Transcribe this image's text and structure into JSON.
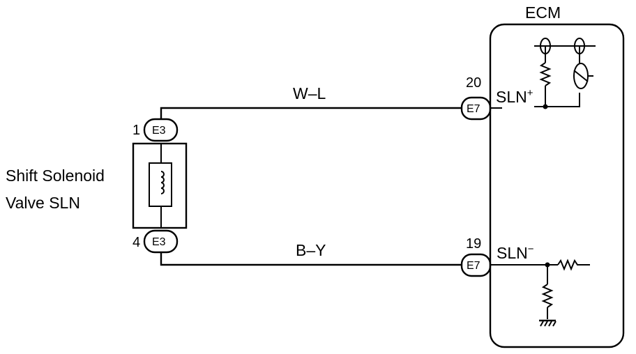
{
  "ecm": {
    "title": "ECM"
  },
  "component": {
    "line1": "Shift Solenoid",
    "line2": "Valve SLN"
  },
  "wires": {
    "upper": "W–L",
    "lower": "B–Y"
  },
  "solenoid_connector": {
    "top": {
      "pin": "1",
      "code": "E3"
    },
    "bottom": {
      "pin": "4",
      "code": "E3"
    }
  },
  "ecm_connector": {
    "top": {
      "pin": "20",
      "code": "E7",
      "terminal": "SLN",
      "sign": "+"
    },
    "bottom": {
      "pin": "19",
      "code": "E7",
      "terminal": "SLN",
      "sign": "−"
    }
  }
}
